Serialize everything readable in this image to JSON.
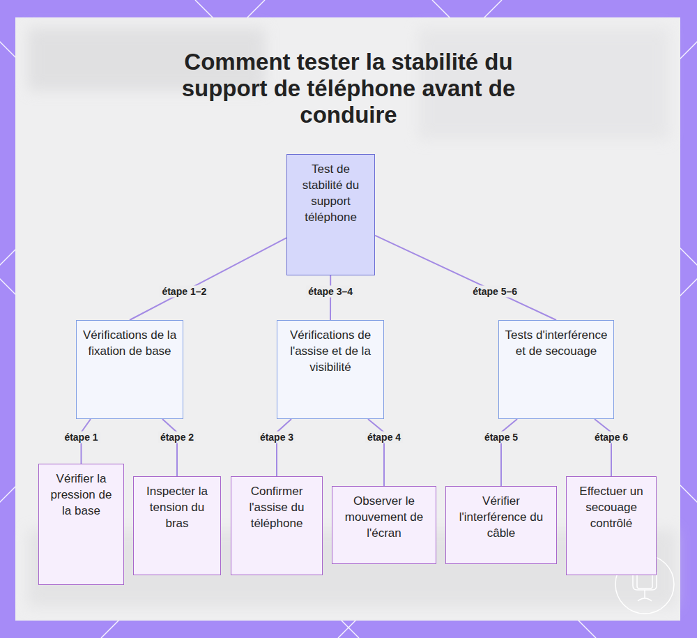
{
  "diagram": {
    "title": "Comment tester la stabilité du support de téléphone avant de conduire",
    "nodes": [
      {
        "text": [
          "Test de stabilité du support téléphone"
        ]
      },
      {
        "text": [
          "Vérifications de la fixation de base"
        ]
      },
      {
        "text": [
          "Vérifications de l'assise et de la visibilité"
        ]
      },
      {
        "text": [
          "Tests d'interférence et de secouage"
        ]
      },
      {
        "text": [
          "Vérifier la pression de la base"
        ]
      },
      {
        "text": [
          "Inspecter la tension du bras"
        ]
      },
      {
        "text": [
          "Confirmer l'assise du téléphone"
        ]
      },
      {
        "text": [
          "Observer le mouvement de l'écran"
        ]
      },
      {
        "text": [
          "Vérifier l'interférence du câble"
        ]
      },
      {
        "text": [
          "Effectuer un secouage contrôlé"
        ]
      }
    ],
    "edges": [
      {
        "from": 0,
        "to": 1,
        "arrow": "none",
        "label": "étape 1–2"
      },
      {
        "from": 0,
        "to": 2,
        "arrow": "none",
        "label": "étape 3–4"
      },
      {
        "from": 0,
        "to": 3,
        "arrow": "none",
        "label": "étape 5–6"
      },
      {
        "from": 1,
        "to": 4,
        "arrow": "none",
        "label": "étape 1"
      },
      {
        "from": 1,
        "to": 5,
        "arrow": "none",
        "label": "étape 2"
      },
      {
        "from": 2,
        "to": 6,
        "arrow": "none",
        "label": "étape 3"
      },
      {
        "from": 2,
        "to": 7,
        "arrow": "none",
        "label": "étape 4"
      },
      {
        "from": 3,
        "to": 8,
        "arrow": "none",
        "label": "étape 5"
      },
      {
        "from": 3,
        "to": 9,
        "arrow": "none",
        "label": "étape 6"
      }
    ]
  }
}
